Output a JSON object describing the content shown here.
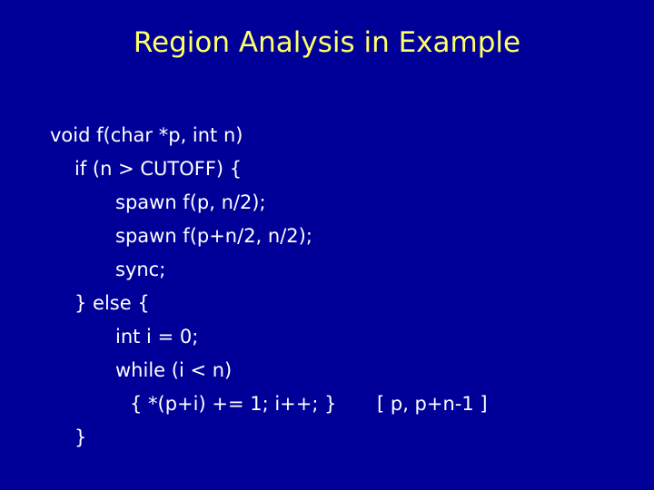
{
  "slide": {
    "title": "Region Analysis in Example",
    "code_lines": [
      "void f(char *p, int n)",
      "if (n > CUTOFF) {",
      "spawn f(p, n/2);",
      "spawn f(p+n/2, n/2);",
      "sync;",
      "} else {",
      "int i = 0;",
      "while (i < n)",
      "{ *(p+i) += 1; i++; }",
      "}"
    ],
    "annotation": "[ p, p+n-1 ]"
  },
  "colors": {
    "background": "#000099",
    "title": "#ffff66",
    "text": "#ffffff"
  }
}
